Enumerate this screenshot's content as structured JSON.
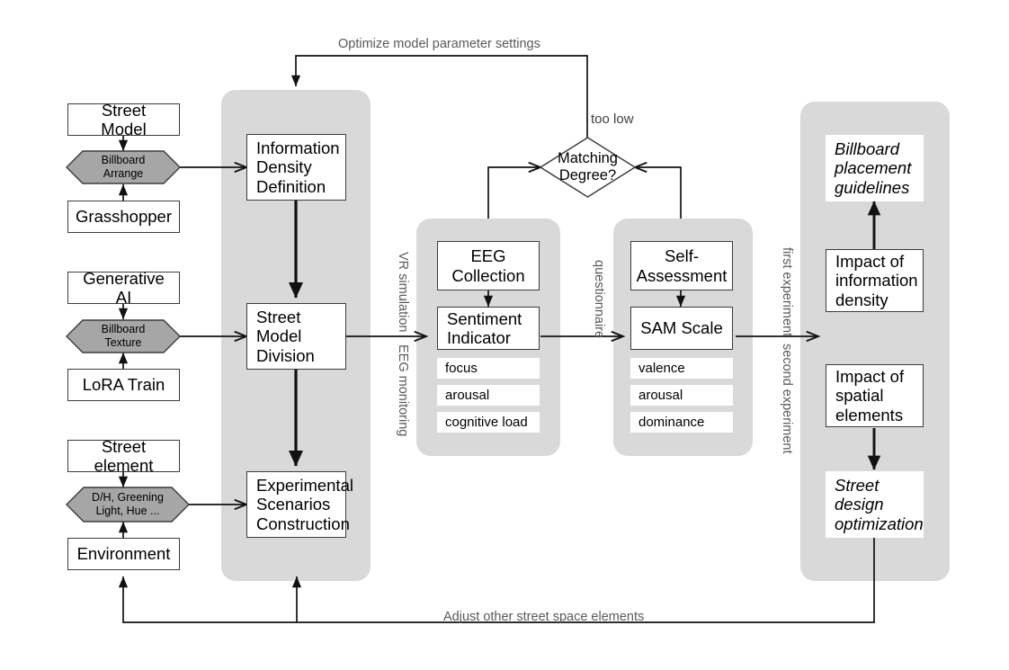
{
  "diagram": {
    "title": "Research framework flowchart",
    "colors": {
      "panel": "#d9d9d9",
      "hexagon": "#a6a6a6",
      "node_border": "#3c3c3c",
      "edge_label": "#595959",
      "background": "#ffffff"
    }
  },
  "inputs": {
    "group1": {
      "source_top": "Street Model",
      "operation": "Billboard\nArrange",
      "source_bottom": "Grasshopper"
    },
    "group2": {
      "source_top": "Generative AI",
      "operation": "Billboard\nTexture",
      "source_bottom": "LoRA Train"
    },
    "group3": {
      "source_top": "Street element",
      "operation": "D/H, Greening\nLight, Hue ...",
      "source_bottom": "Environment"
    }
  },
  "modeling_panel": {
    "steps": [
      "Information\nDensity\nDefinition",
      "Street\nModel\nDivision",
      "Experimental\nScenarios\nConstruction"
    ]
  },
  "eeg_panel": {
    "primary": "EEG\nCollection",
    "secondary": "Sentiment\nIndicator",
    "metrics": [
      "focus",
      "arousal",
      "cognitive load"
    ]
  },
  "sam_panel": {
    "primary": "Self-\nAssessment",
    "secondary": "SAM Scale",
    "metrics": [
      "valence",
      "arousal",
      "dominance"
    ]
  },
  "outcome_panel": {
    "guideline_top": "Billboard\nplacement\nguidelines",
    "impact_top": "Impact of\ninformation\ndensity",
    "impact_bottom": "Impact of\nspatial\nelements",
    "guideline_bottom": "Street\ndesign\noptimization"
  },
  "decision": {
    "label": "Matching\nDegree?",
    "branch_label": "too low"
  },
  "edge_labels": {
    "optimize": "Optimize model parameter settings",
    "vr_simulation": "VR simulation",
    "eeg_monitoring": "EEG monitoring",
    "questionnaire": "questionnaire",
    "first_experiment": "first experiment",
    "second_experiment": "second experiment",
    "adjust": "Adjust other street space elements"
  }
}
